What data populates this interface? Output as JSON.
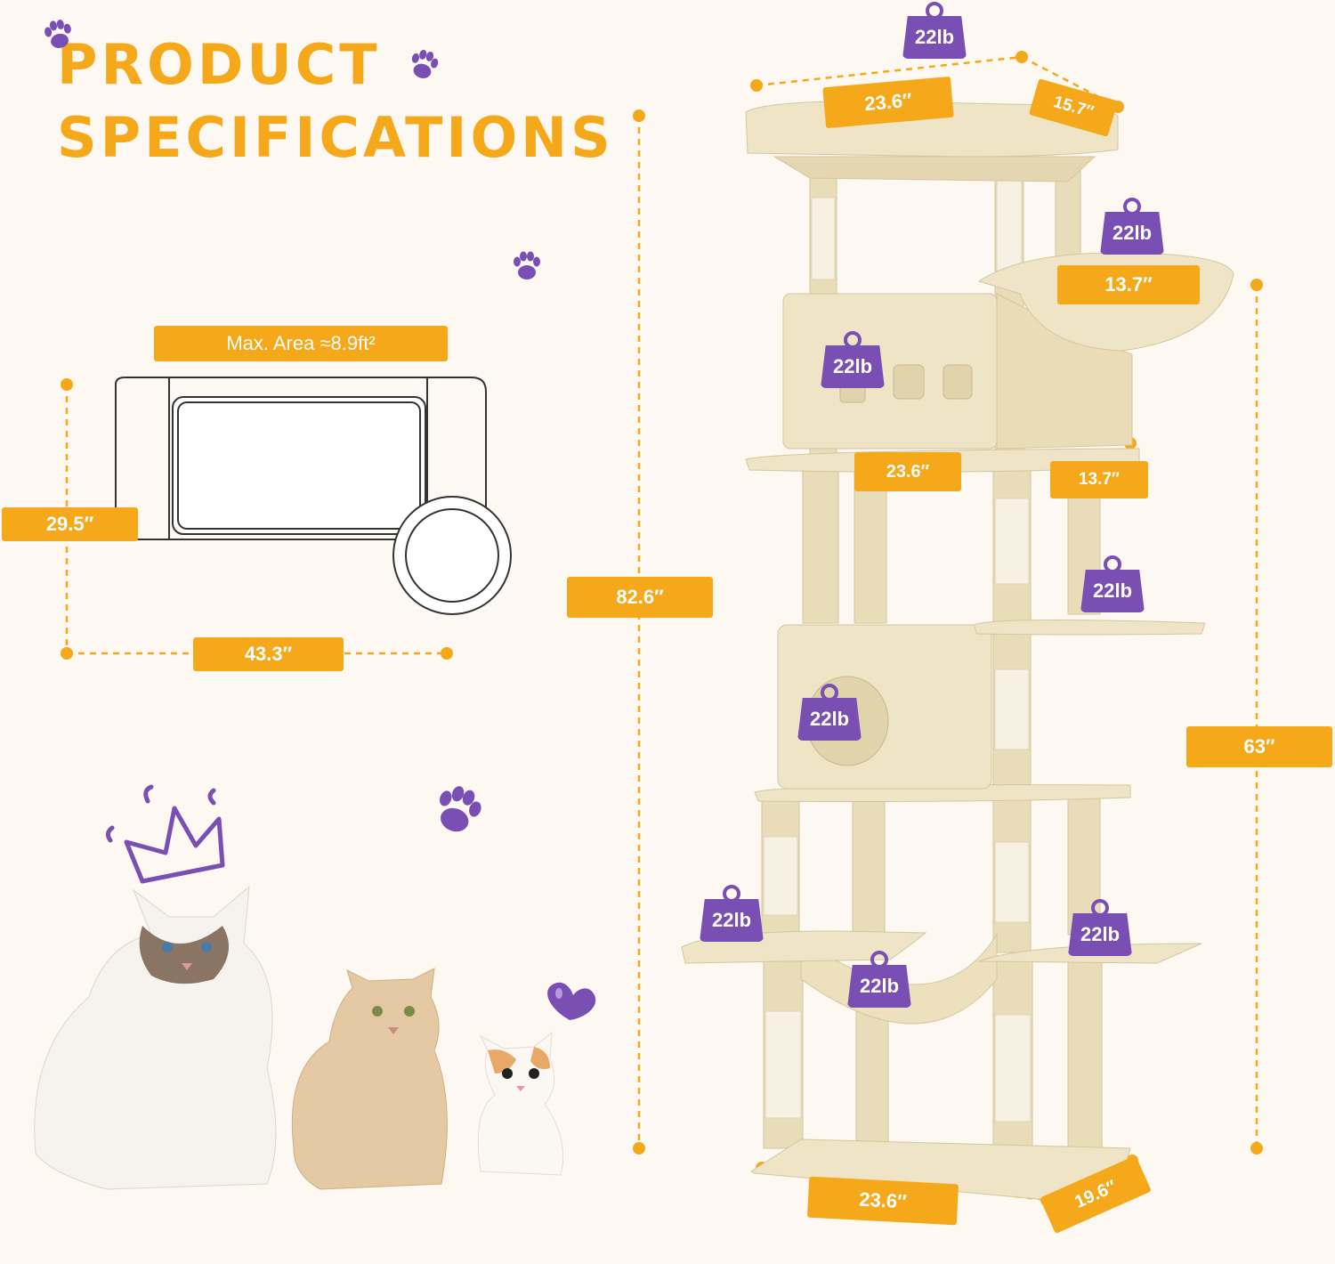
{
  "header": {
    "line1": "PRODUCT",
    "line2": "SPECIFICATIONS"
  },
  "area": {
    "label": "Max. Area ≈8.9ft²",
    "depth": "29.5″",
    "width": "43.3″"
  },
  "tree": {
    "total_height": "82.6″",
    "lower_height": "63″",
    "top_perch": {
      "width": "23.6″",
      "depth": "15.7″",
      "load": "22lb"
    },
    "basket": {
      "diameter": "13.7″",
      "load": "22lb"
    },
    "upper_condo": {
      "width": "23.6″",
      "depth": "13.7″",
      "load": "22lb"
    },
    "side_platform": {
      "load": "22lb"
    },
    "lower_condo": {
      "load": "22lb"
    },
    "left_platform": {
      "load": "22lb"
    },
    "right_platform": {
      "load": "22lb"
    },
    "hammock": {
      "load": "22lb"
    },
    "base": {
      "width": "23.6″",
      "depth": "19.6″"
    }
  },
  "colors": {
    "accent_orange": "#f5a81a",
    "accent_purple": "#7a4fb3",
    "plush_beige": "#efe4c5",
    "background": "#fdf8f1"
  },
  "icons": [
    "paw-print-icon",
    "weight-icon",
    "crown-icon",
    "heart-icon"
  ]
}
